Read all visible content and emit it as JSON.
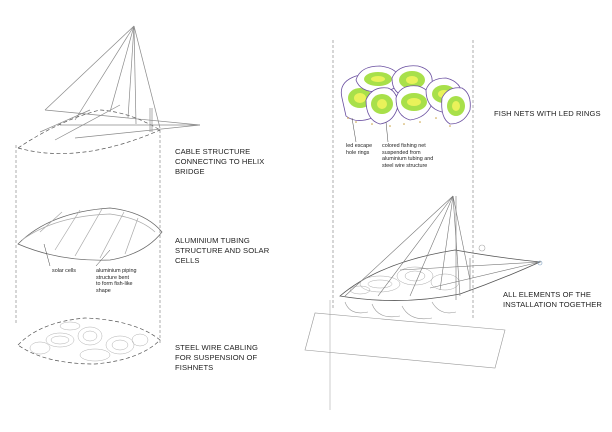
{
  "labels": {
    "cable_structure": [
      "CABLE STRUCTURE",
      "CONNECTING TO HELIX",
      "BRIDGE"
    ],
    "aluminium_tubing": [
      "ALUMINIUM TUBING",
      "STRUCTURE AND SOLAR",
      "CELLS"
    ],
    "steel_wire": [
      "STEEL WIRE CABLING",
      "FOR SUSPENSION OF",
      "FISHNETS"
    ],
    "fish_nets": [
      "FISH NETS WITH LED RINGS"
    ],
    "all_elements": [
      "ALL ELEMENTS OF THE",
      "INSTALLATION TOGETHER"
    ]
  },
  "annotations": {
    "solar_cells": [
      "solar cells"
    ],
    "aluminium_piping": [
      "aluminium piping",
      "structure bent",
      "to form fish-like",
      "shape"
    ],
    "led_escape": [
      "led escape",
      "hole rings"
    ],
    "colored_net": [
      "colored fishing net",
      "suspended from",
      "aluminium tubing and",
      "steel wire structure"
    ]
  },
  "colors": {
    "line": "#555555",
    "light_line": "#9a9a9a",
    "net_purple": "#6a4fa0",
    "led_green": "#a8e04a",
    "led_yellow": "#e9f25a"
  }
}
